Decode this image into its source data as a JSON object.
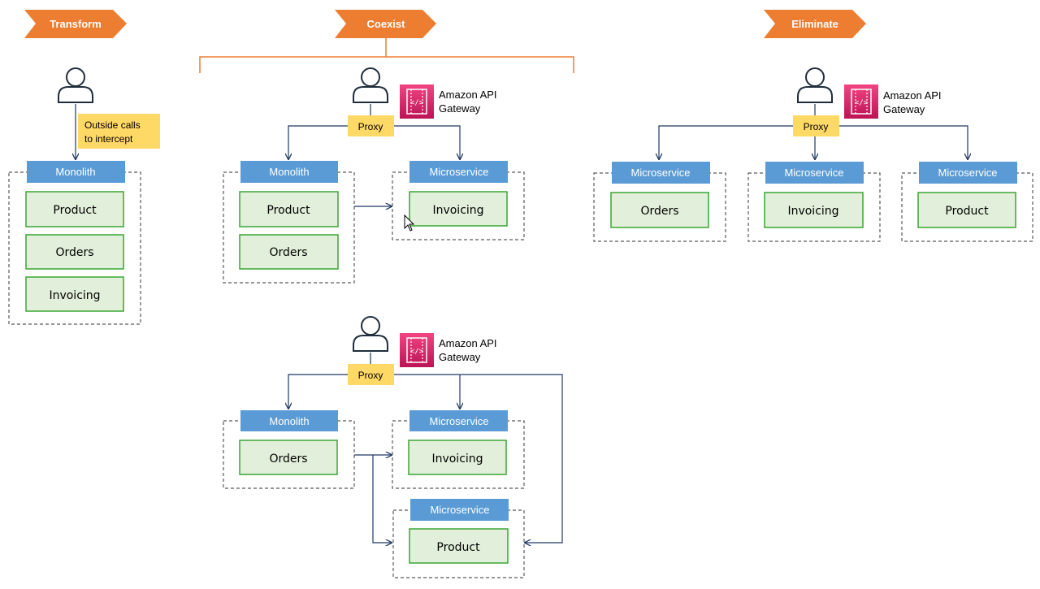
{
  "phases": {
    "transform": "Transform",
    "coexist": "Coexist",
    "eliminate": "Eliminate"
  },
  "transform": {
    "note_line1": "Outside calls",
    "note_line2": "to intercept",
    "monolith_label": "Monolith",
    "modules": [
      "Product",
      "Orders",
      "Invoicing"
    ]
  },
  "coexist_top": {
    "gateway_line1": "Amazon API",
    "gateway_line2": "Gateway",
    "proxy_label": "Proxy",
    "monolith_label": "Monolith",
    "monolith_modules": [
      "Product",
      "Orders"
    ],
    "microservice_label": "Microservice",
    "microservice_module": "Invoicing"
  },
  "coexist_bottom": {
    "gateway_line1": "Amazon API",
    "gateway_line2": "Gateway",
    "proxy_label": "Proxy",
    "monolith_label": "Monolith",
    "monolith_module": "Orders",
    "microservice1_label": "Microservice",
    "microservice1_module": "Invoicing",
    "microservice2_label": "Microservice",
    "microservice2_module": "Product"
  },
  "eliminate": {
    "gateway_line1": "Amazon API",
    "gateway_line2": "Gateway",
    "proxy_label": "Proxy",
    "services": [
      {
        "label": "Microservice",
        "module": "Orders"
      },
      {
        "label": "Microservice",
        "module": "Invoicing"
      },
      {
        "label": "Microservice",
        "module": "Product"
      }
    ]
  },
  "colors": {
    "banner": "#ed7d31",
    "header": "#5b9bd5",
    "module_fill": "#e2efda",
    "module_border": "#3aa634",
    "proxy": "#ffd966",
    "gateway_top": "#f34482",
    "gateway_bottom": "#bc1356",
    "connector": "#1f3864"
  },
  "icons": [
    "user-icon",
    "api-gateway-icon",
    "cursor-icon"
  ]
}
